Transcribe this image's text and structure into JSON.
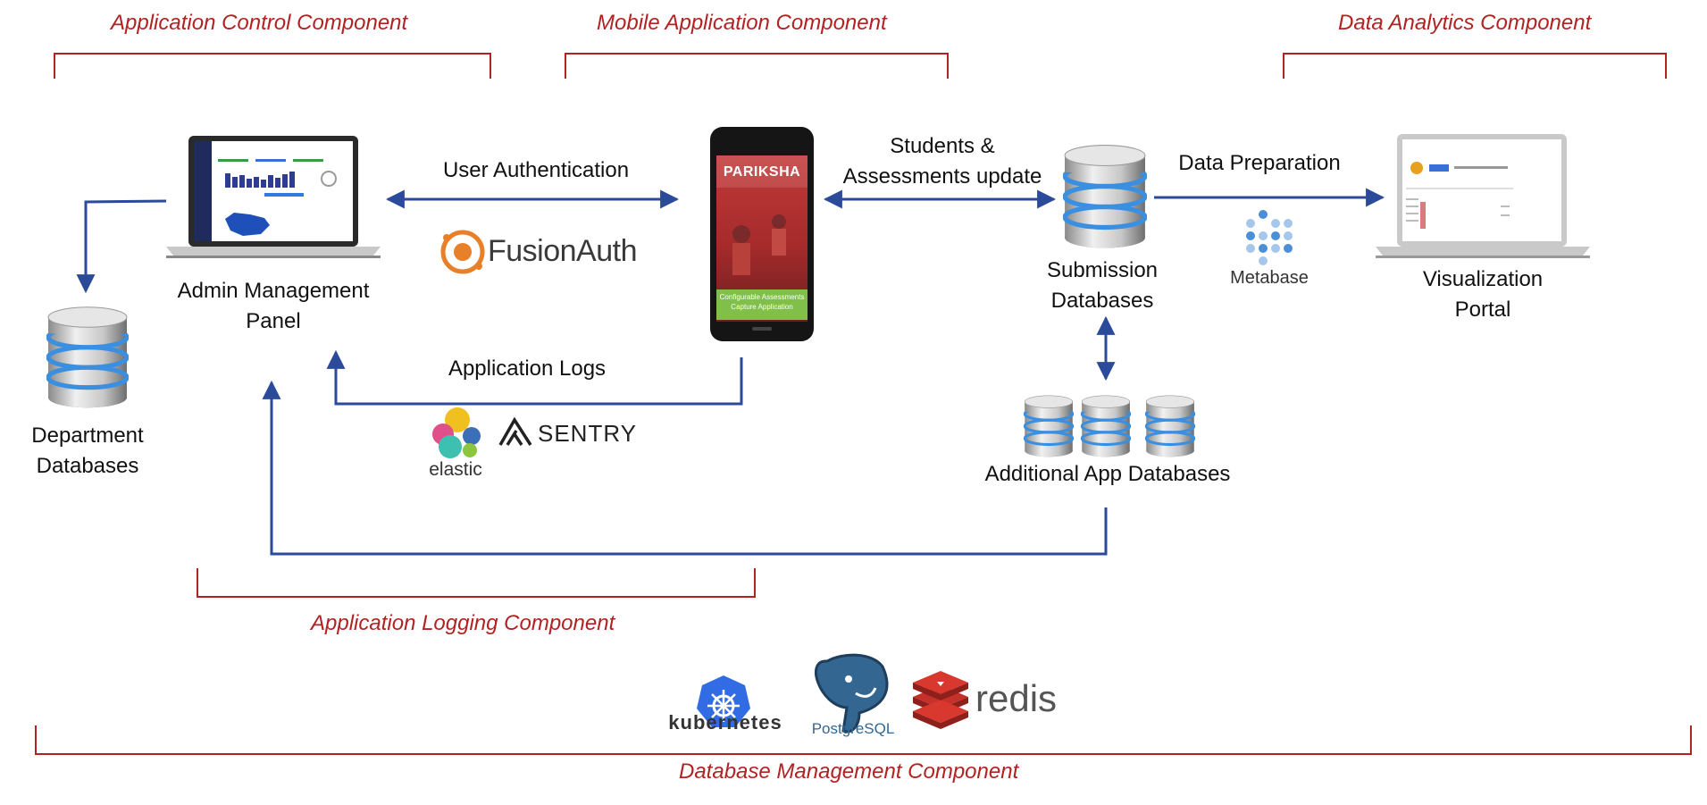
{
  "sections": {
    "app_control": "Application Control Component",
    "mobile_app": "Mobile Application Component",
    "data_analytics": "Data Analytics Component",
    "app_logging": "Application Logging Component",
    "db_management": "Database Management Component"
  },
  "nodes": {
    "admin_panel": [
      "Admin Management",
      "Panel"
    ],
    "department_db": [
      "Department",
      "Databases"
    ],
    "submission_db": [
      "Submission",
      "Databases"
    ],
    "additional_db": "Additional App Databases",
    "visualization": [
      "Visualization",
      "Portal"
    ]
  },
  "flows": {
    "user_auth": "User Authentication",
    "students_update": [
      "Students &",
      "Assessments update"
    ],
    "data_prep": "Data Preparation",
    "app_logs": "Application Logs"
  },
  "phone": {
    "brand": "PARIKSHA",
    "tagline": [
      "Configurable Assessments",
      "Capture Application"
    ]
  },
  "logos": {
    "fusionauth": "FusionAuth",
    "metabase": "Metabase",
    "elastic": "elastic",
    "sentry": "SENTRY",
    "kubernetes": "kubernetes",
    "postgresql": "PostgreSQL",
    "redis": "redis"
  },
  "colors": {
    "section_red": "#b22222",
    "arrow_blue": "#2b4a9a",
    "db_blue": "#3a8fe0"
  }
}
